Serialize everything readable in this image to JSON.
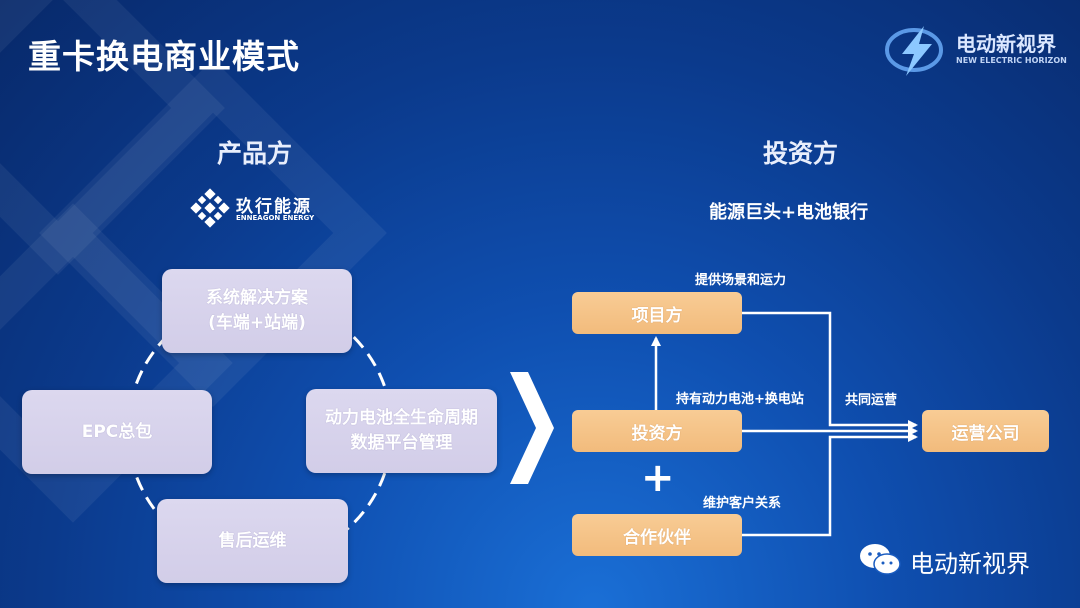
{
  "header": {
    "title": "重卡换电商业模式",
    "brand_cn": "电动新视界",
    "brand_en": "NEW ELECTRIC HORIZON"
  },
  "left": {
    "section_title": "产品方",
    "logo_cn": "玖行能源",
    "logo_en": "ENNEAGON ENERGY",
    "cards": {
      "top_line1": "系统解决方案",
      "top_line2": "(车端+站端)",
      "left": "EPC总包",
      "right_line1": "动力电池全生命周期",
      "right_line2": "数据平台管理",
      "bottom": "售后运维"
    }
  },
  "right": {
    "section_title": "投资方",
    "subtitle": "能源巨头+电池银行",
    "boxes": {
      "project": "项目方",
      "investor": "投资方",
      "partner": "合作伙伴",
      "operator": "运营公司"
    },
    "labels": {
      "provide": "提供场景和运力",
      "hold": "持有动力电池+换电站",
      "joint": "共同运营",
      "maintain": "维护客户关系",
      "plus": "+"
    }
  },
  "watermark": {
    "text": "电动新视界"
  },
  "colors": {
    "orange_box": "#f6c58c",
    "purple_card": "#ddd9ee",
    "arrow": "#ffffff"
  }
}
